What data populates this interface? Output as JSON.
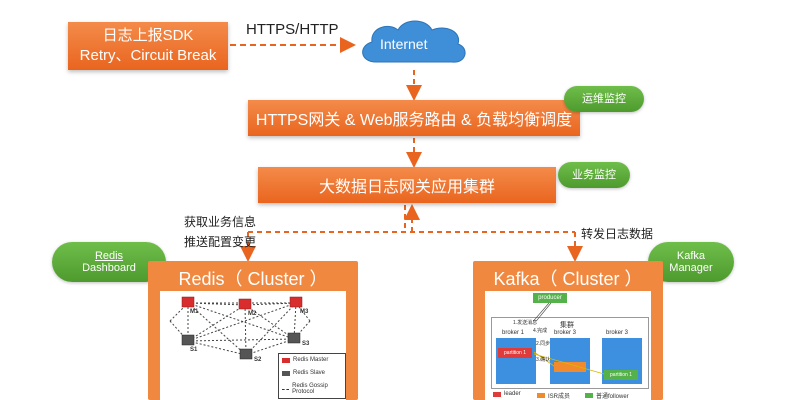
{
  "sdk": {
    "line1": "日志上报SDK",
    "line2": "Retry、Circuit Break"
  },
  "protocol_label": "HTTPS/HTTP",
  "internet_label": "Internet",
  "gateway": {
    "label": "HTTPS网关 & Web服务路由 & 负载均衡调度",
    "ops_badge": "运维监控"
  },
  "log_gateway": {
    "label": "大数据日志网关应用集群",
    "biz_badge": "业务监控"
  },
  "left_notes": {
    "line1": "获取业务信息",
    "line2": "推送配置变更"
  },
  "right_note": "转发日志数据",
  "redis_dashboard": {
    "line1": "Redis",
    "line2": "Dashboard"
  },
  "kafka_manager": {
    "line1": "Kafka",
    "line2": "Manager"
  },
  "redis_cluster": {
    "title": "Redis（ Cluster ）",
    "masters": [
      "M1",
      "M2",
      "M3"
    ],
    "slaves": [
      "S1",
      "S2",
      "S3"
    ],
    "legend": [
      "Redis Master",
      "Redis Slave",
      "Redis Gossip Protocol"
    ]
  },
  "kafka_cluster": {
    "title": "Kafka（ Cluster ）",
    "producer": "producer",
    "cluster_label": "集群",
    "brokers": [
      "broker 1",
      "broker 3",
      "broker 3"
    ],
    "partition_left": "partition 1",
    "partition_right": "partition 1",
    "steps": [
      "1.发送消息",
      "2.同步",
      "4.完成",
      "3.确认"
    ],
    "legend": [
      "leader",
      "ISR成员",
      "普通follower"
    ],
    "colors": {
      "leader": "#e03b3b",
      "isr": "#f08a2c",
      "follower": "#55b14a",
      "broker": "#3d8fe0"
    }
  },
  "colors": {
    "orange": "#e9651f",
    "green": "#5aa83a",
    "cloud": "#3e8fd8",
    "arrow": "#e9651f"
  }
}
